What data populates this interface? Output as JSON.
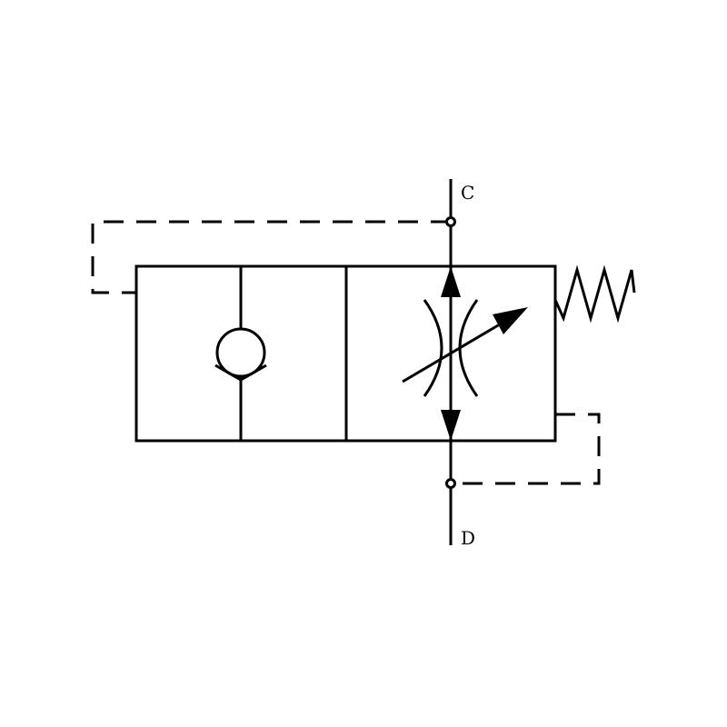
{
  "diagram": {
    "title_hidden": null,
    "ports": {
      "top": "C",
      "bottom": "D"
    },
    "components": [
      "check-valve",
      "variable-flow-restrictor",
      "spring",
      "pilot-line-top",
      "pilot-line-bottom"
    ],
    "colors": {
      "stroke": "#000000",
      "background": "#ffffff"
    }
  }
}
